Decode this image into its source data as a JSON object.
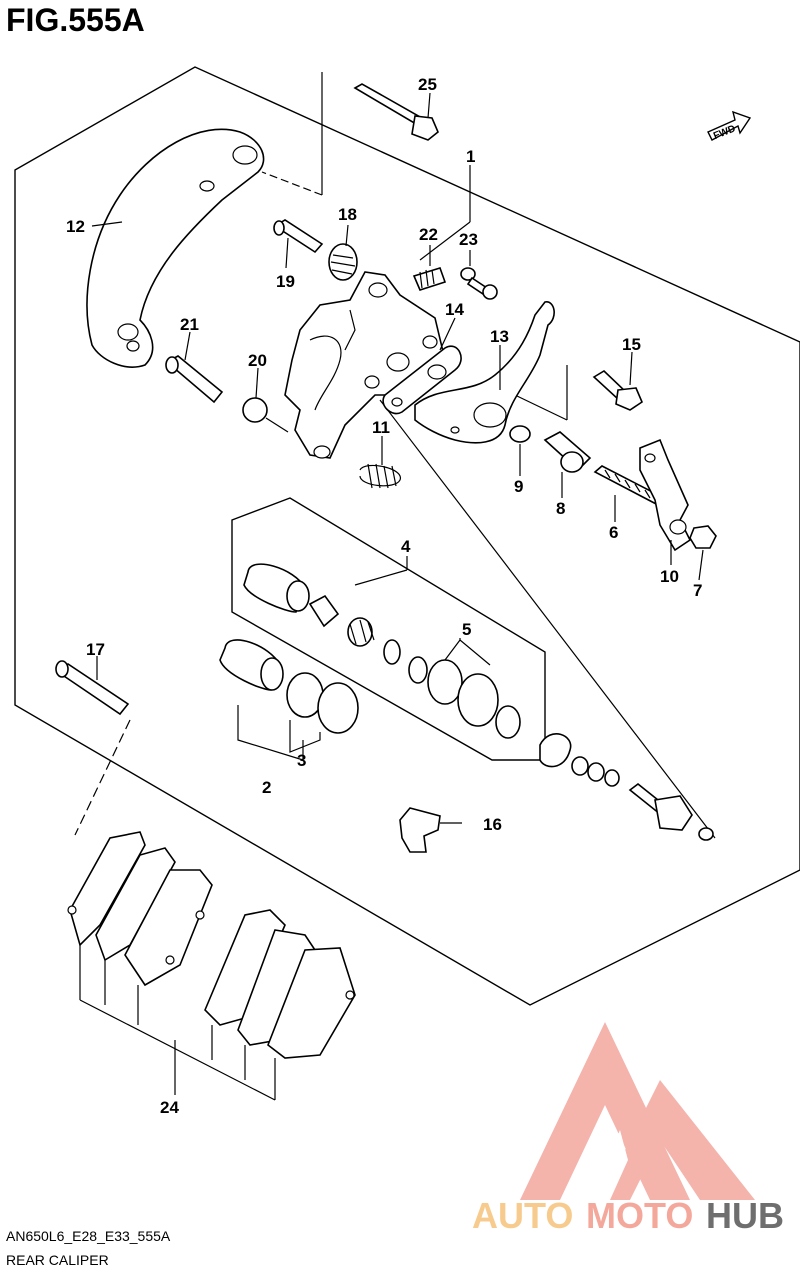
{
  "figure": {
    "title": "FIG.555A",
    "code": "AN650L6_E28_E33_555A",
    "caption": "REAR CALIPER"
  },
  "direction_badge": "FWD",
  "callouts": [
    {
      "id": "25",
      "label": "25"
    },
    {
      "id": "1",
      "label": "1"
    },
    {
      "id": "12",
      "label": "12"
    },
    {
      "id": "18",
      "label": "18"
    },
    {
      "id": "22",
      "label": "22"
    },
    {
      "id": "23",
      "label": "23"
    },
    {
      "id": "19",
      "label": "19"
    },
    {
      "id": "14",
      "label": "14"
    },
    {
      "id": "13",
      "label": "13"
    },
    {
      "id": "21",
      "label": "21"
    },
    {
      "id": "20",
      "label": "20"
    },
    {
      "id": "15",
      "label": "15"
    },
    {
      "id": "11",
      "label": "11"
    },
    {
      "id": "9",
      "label": "9"
    },
    {
      "id": "8",
      "label": "8"
    },
    {
      "id": "6",
      "label": "6"
    },
    {
      "id": "10",
      "label": "10"
    },
    {
      "id": "7",
      "label": "7"
    },
    {
      "id": "4",
      "label": "4"
    },
    {
      "id": "5",
      "label": "5"
    },
    {
      "id": "17",
      "label": "17"
    },
    {
      "id": "3",
      "label": "3"
    },
    {
      "id": "2",
      "label": "2"
    },
    {
      "id": "16",
      "label": "16"
    },
    {
      "id": "24",
      "label": "24"
    }
  ],
  "watermark": {
    "part1": "AUTO",
    "part2": "MOTO",
    "part3": "HUB",
    "color_light": "#f6c27a",
    "color_mid": "#f39a8a",
    "color_dark": "#555555"
  }
}
